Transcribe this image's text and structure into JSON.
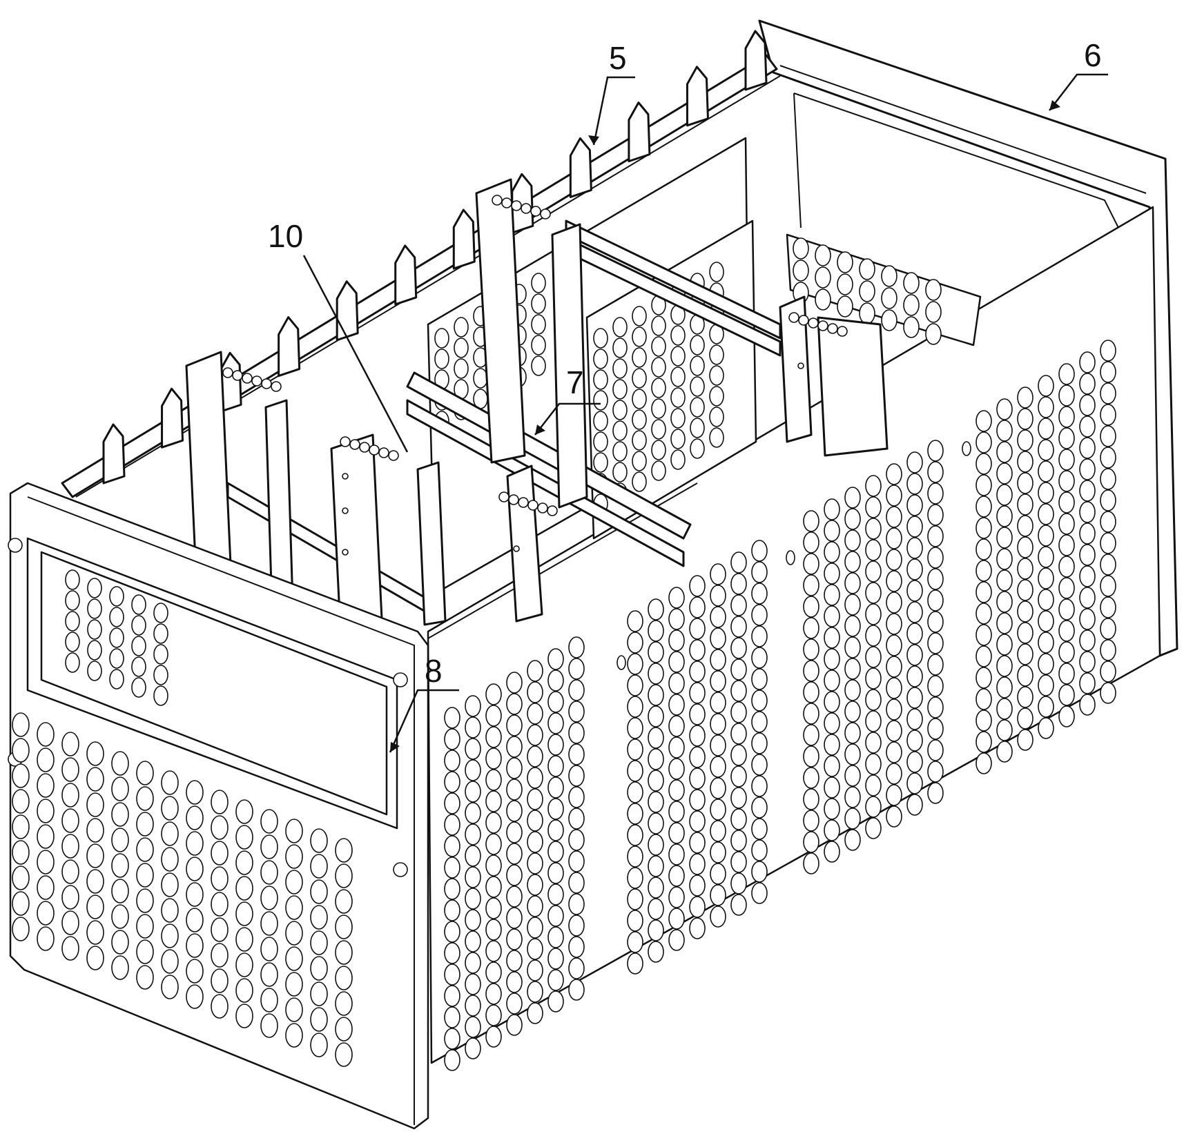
{
  "labels": {
    "l5": "5",
    "l6": "6",
    "l7": "7",
    "l8": "8",
    "l10": "10"
  },
  "colors": {
    "line": "#111111",
    "background": "#ffffff"
  }
}
